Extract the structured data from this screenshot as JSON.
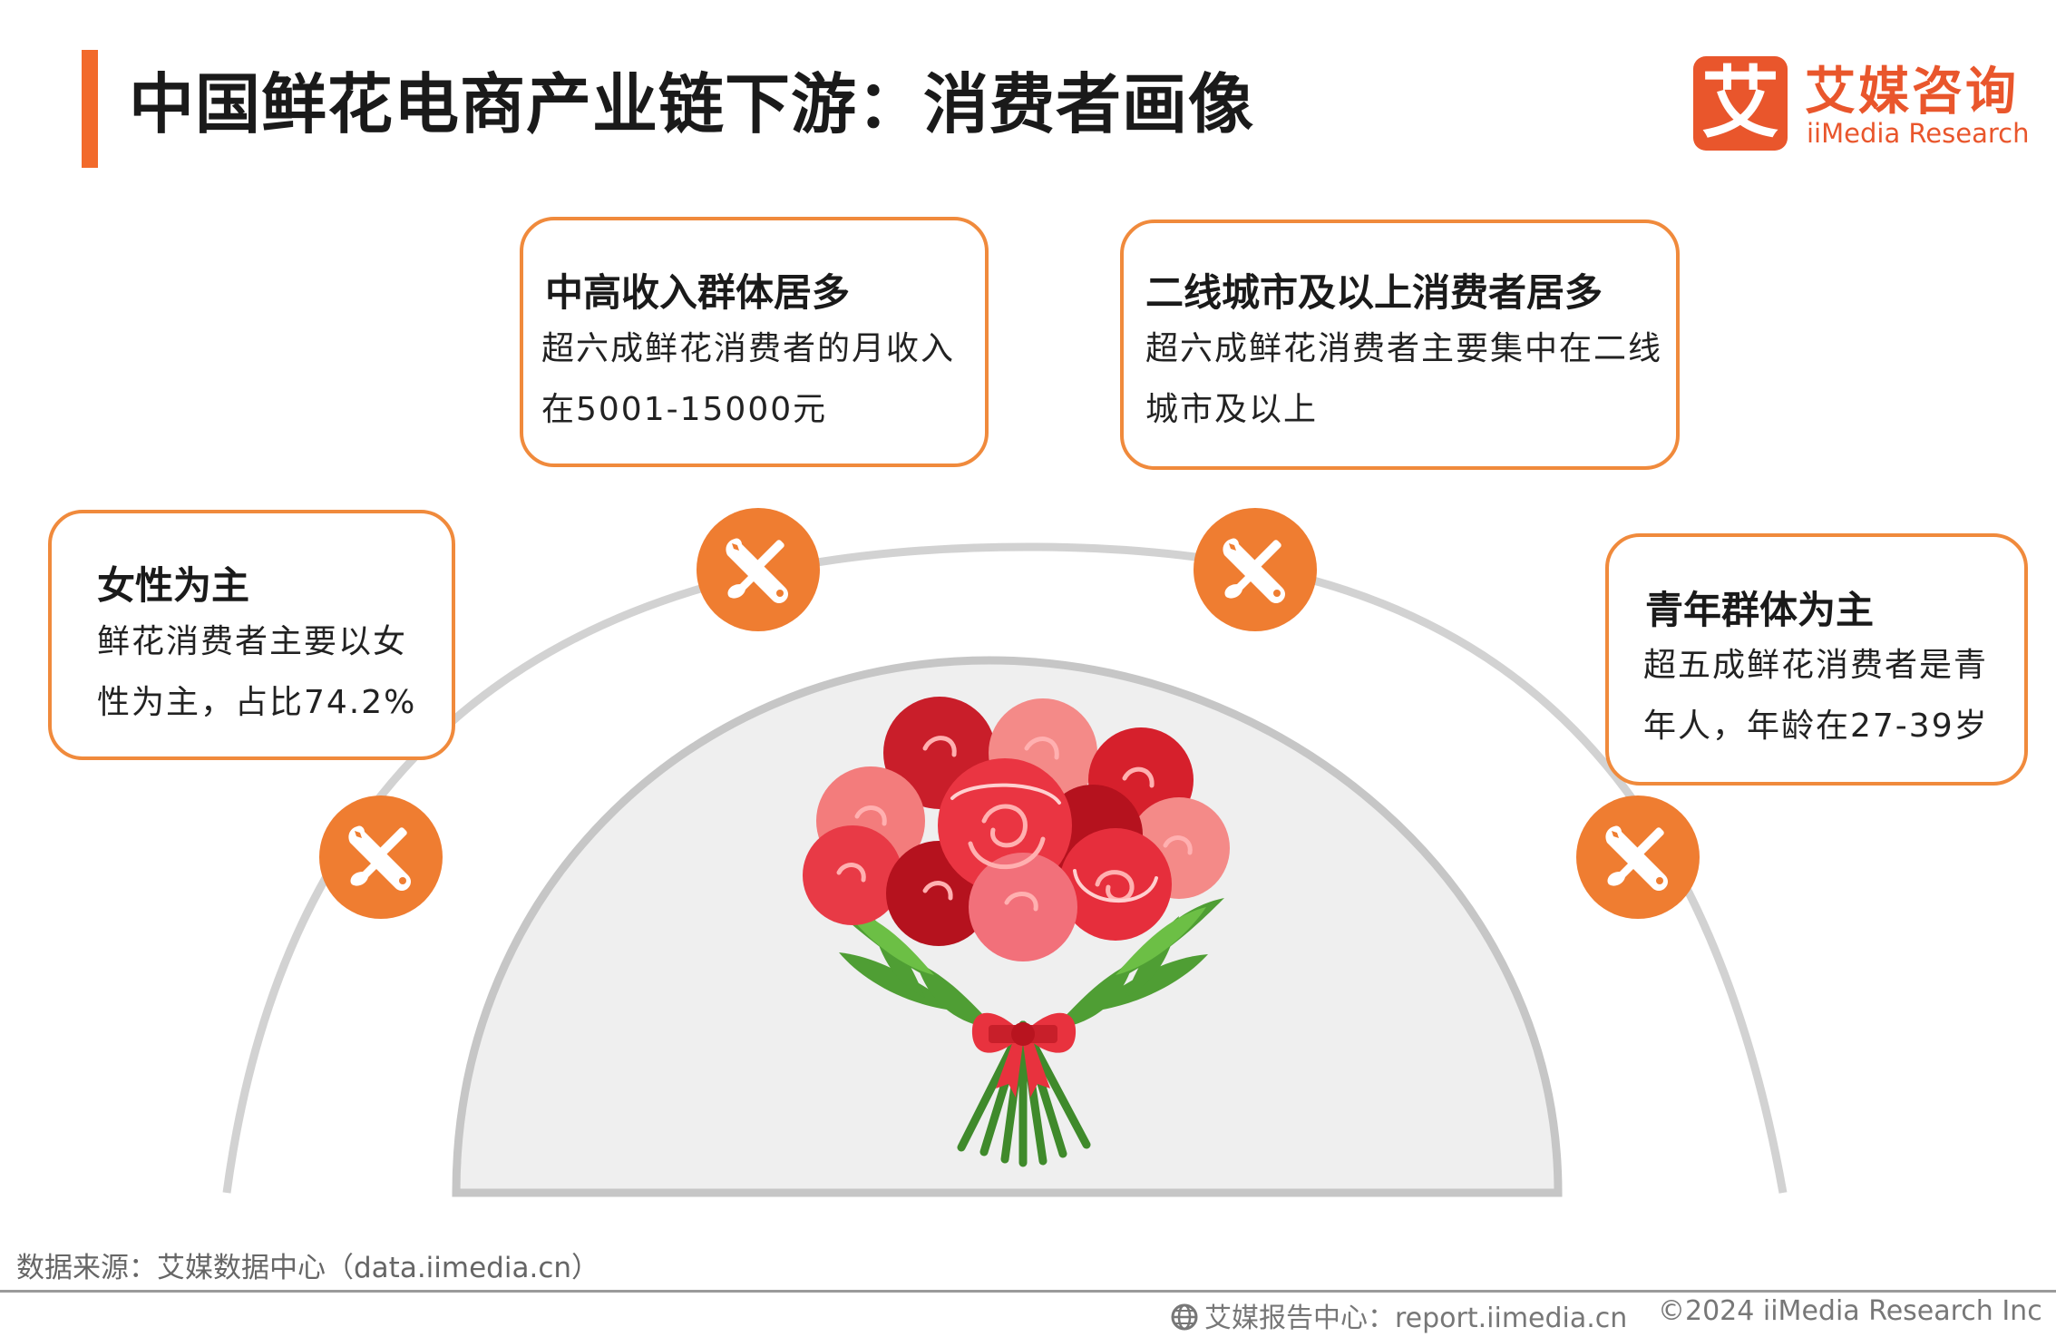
{
  "header": {
    "title": "中国鲜花电商产业链下游：消费者画像"
  },
  "logo": {
    "mark": "艾",
    "name_cn": "艾媒咨询",
    "name_en": "iiMedia Research"
  },
  "cards": [
    {
      "heading": "女性为主",
      "body": "鲜花消费者主要以女性为主，占比74.2%"
    },
    {
      "heading": "中高收入群体居多",
      "body": "超六成鲜花消费者的月收入在5001-15000元"
    },
    {
      "heading": "二线城市及以上消费者居多",
      "body": "超六成鲜花消费者主要集中在二线城市及以上"
    },
    {
      "heading": "青年群体为主",
      "body": "超五成鲜花消费者是青年人，年龄在27-39岁"
    }
  ],
  "icons": {
    "node": "wrench-screwdriver-icon",
    "center": "rose-bouquet-icon"
  },
  "colors": {
    "accent": "#f26a2b",
    "card_border": "#f08a3c",
    "icon_fill": "#ef7d31",
    "arc": "#cccccc",
    "dome": "#efefef"
  },
  "footer": {
    "source": "数据来源：艾媒数据中心（data.iimedia.cn）",
    "report": "艾媒报告中心：report.iimedia.cn",
    "copyright": "©2024  iiMedia Research Inc"
  }
}
